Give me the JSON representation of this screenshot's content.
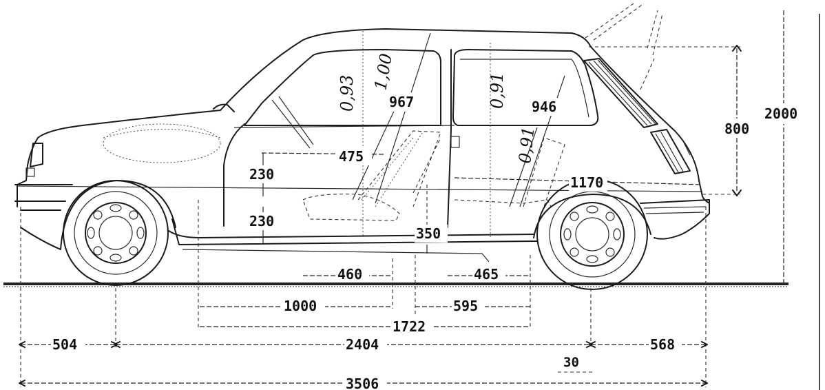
{
  "dimensions": {
    "overall_height": "2000",
    "roof_to_sill": "800",
    "front_overhang": "504",
    "wheelbase": "2404",
    "rear_overhang": "568",
    "overall_length": "3506",
    "rear_gap": "30",
    "seat_span_1000": "1000",
    "seat_span_595": "595",
    "cabin_length": "1722",
    "front_floor": "460",
    "rear_floor": "465",
    "front_headroom": "967",
    "rear_headroom": "946",
    "seat_depth": "475",
    "seat_height": "230",
    "sill_height": "230",
    "rear_seat_height": "350",
    "luggage_length": "1170"
  },
  "handwritten": {
    "front_1": "0,93",
    "front_2": "1,00",
    "rear_1": "0,91",
    "rear_2": "0,91"
  }
}
